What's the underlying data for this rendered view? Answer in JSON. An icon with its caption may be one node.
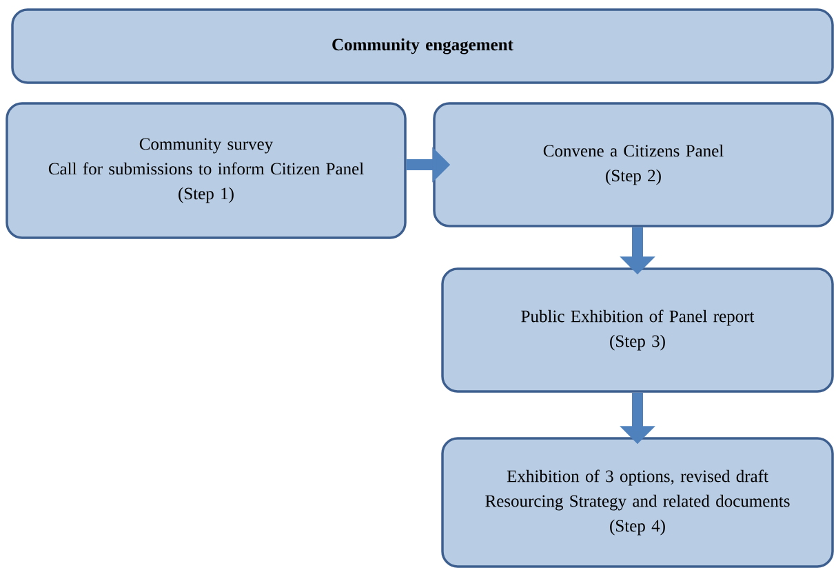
{
  "diagram": {
    "nodes": [
      {
        "text": [
          "Community engagement"
        ]
      },
      {
        "text": [
          "Community survey",
          "Call for submissions to inform Citizen Panel",
          "(Step 1)"
        ]
      },
      {
        "text": [
          "Convene a Citizens Panel",
          "(Step 2)"
        ]
      },
      {
        "text": [
          "Public Exhibition of Panel report",
          "(Step 3)"
        ]
      },
      {
        "text": [
          "Exhibition of 3 options, revised draft Resourcing Strategy and related documents",
          "(Step 4)"
        ]
      }
    ],
    "edges": [
      {
        "from": 1,
        "to": 2,
        "arrow": "to"
      },
      {
        "from": 2,
        "to": 3,
        "arrow": "to"
      },
      {
        "from": 3,
        "to": 4,
        "arrow": "to"
      }
    ]
  }
}
